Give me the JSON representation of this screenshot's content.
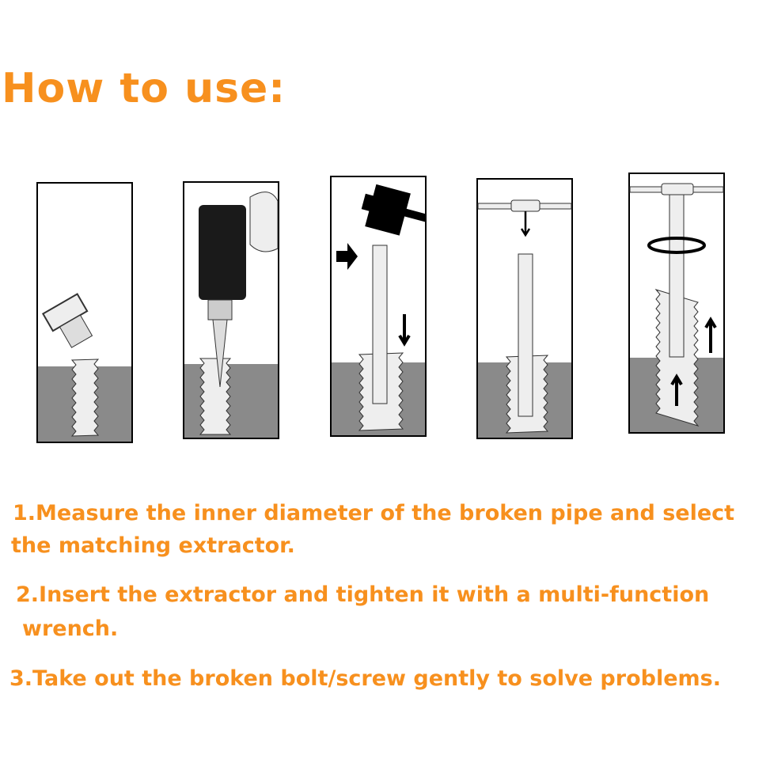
{
  "title": "How to use:",
  "steps": [
    {
      "line1": "1.Measure the inner diameter of the broken pipe and select",
      "line2": "the matching extractor."
    },
    {
      "line1": "2.Insert the extractor and tighten it with a multi-function",
      "line2": "wrench."
    },
    {
      "line1": "3.Take out the broken bolt/screw gently to solve problems."
    }
  ],
  "colors": {
    "accent": "#f7901e",
    "ground": "#8a8a8a"
  }
}
